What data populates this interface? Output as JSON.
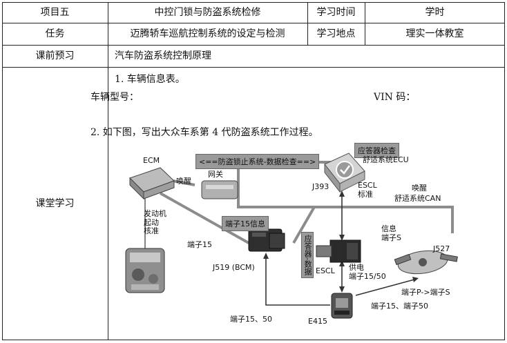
{
  "header": {
    "row1": {
      "project_label": "项目五",
      "project_value": "中控门锁与防盗系统检修",
      "time_label": "学习时间",
      "time_value": "学时"
    },
    "row2": {
      "task_label": "任务",
      "task_value": "迈腾轿车巡航控制系统的设定与检测",
      "place_label": "学习地点",
      "place_value": "理实一体教室"
    },
    "row3": {
      "preview_label": "课前预习",
      "preview_value": "汽车防盗系统控制原理"
    }
  },
  "study": {
    "label": "课堂学习",
    "item1": "1.  车辆信息表。",
    "vehicle_model": "车辆型号：",
    "vin": "VIN 码：",
    "item2": "2.  如下图，写出大众车系第 4 代防盗系统工作过程。"
  },
  "diagram": {
    "ecm": "ECM",
    "check_banner": "<==防盗锁止系统-数据检查==>",
    "gateway": "网关",
    "wake1": "唤醒",
    "transponder_check": "应答器检查",
    "comfort_ecu": "舒适系统ECU",
    "j393": "J393",
    "escl_std": "ESCL\n标准",
    "wake2": "唤醒",
    "comfort_can": "舒适系统CAN",
    "engine_start": "发动机\n起动\n核准",
    "t15_info": "端子15信息",
    "t15": "端子15",
    "j519": "J519 (BCM)",
    "transponder_data": "应答器-数据",
    "signal_s": "信息\n端子S",
    "j527": "J527",
    "escl": "ESCL",
    "power_supply": "供电\n端子15/50",
    "p_to_s": "端子P->端子S",
    "t15_50_right": "端子15、端子50",
    "t15_50_left": "端子15、50",
    "e415": "E415",
    "colors": {
      "line": "#8c8c8c",
      "label_bg": "#9a9a9a"
    }
  }
}
